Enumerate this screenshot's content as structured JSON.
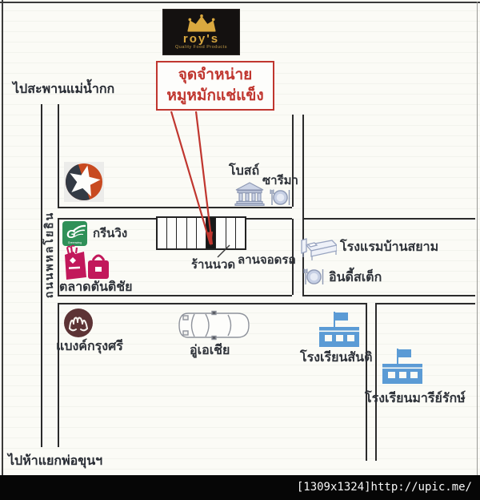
{
  "header": {
    "logo": {
      "brand": "roy's",
      "tagline": "Quality Food Products"
    },
    "callout": {
      "line1": "จุดจำหน่าย",
      "line2": "หมูหมักแช่แข็ง"
    }
  },
  "directions": {
    "north": "ไปสะพานแม่น้ำกก",
    "south": "ไปห้าแยกพ่อขุนฯ",
    "road_name": "ถนนพหลโยธิน"
  },
  "landmarks": {
    "church": "โบสถ์",
    "sarima": "ซารีมา",
    "greenwing": "กรีนวิง",
    "greenwing_logo": "Greenwing",
    "market": "ตลาดตันติชัย",
    "massage": "ร้านนวด",
    "parking": "ลานจอดรถ",
    "hotel": "โรงแรมบ้านสยาม",
    "steak": "อินดี้สเต็ก",
    "bank": "แบงค์กรุงศรี",
    "garage": "อู่เอเชีย",
    "school_santi": "โรงเรียนสันติ",
    "school_maria": "โรงเรียนมารีย์รักษ์"
  },
  "footer": {
    "watermark": "[1309x1324]http://upic.me/"
  },
  "icons": {
    "crown-icon": "gold crown shape",
    "caltex-star-icon": "circle split dark/orange with white star",
    "church-icon": "classical building with columns",
    "restaurant-icon": "plate with fork and knife",
    "greenwing-logo-icon": "green square with white G and wing",
    "shopping-bags-icon": "two crimson shopping bags",
    "bed-icon": "hotel bed outline",
    "bank-logo-icon": "maroon circle with white flourish",
    "car-icon": "car top view outline",
    "school-icon": "blue building with flag"
  },
  "colors": {
    "accent_red": "#c0362f",
    "gold": "#d9a83f",
    "school_blue": "#5b9bd5",
    "bag_crimson": "#c2185b",
    "green": "#2f9058",
    "krungsri_maroon": "#5d3335",
    "caltex_dark": "#333a44",
    "caltex_orange": "#c84a20",
    "icon_bluegray": "#8e99b4",
    "road": "#2b2b2b"
  }
}
